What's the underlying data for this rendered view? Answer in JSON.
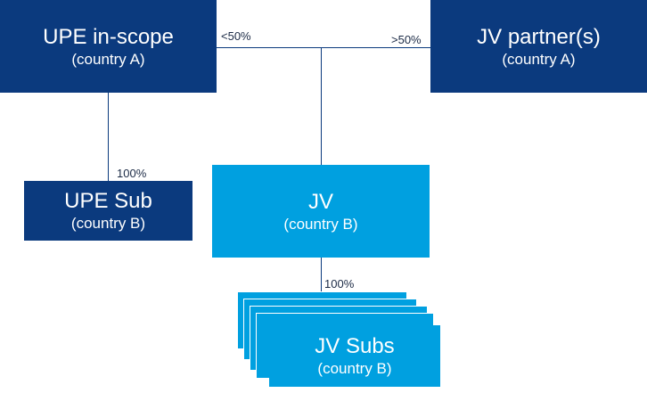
{
  "nodes": {
    "upe": {
      "title": "UPE in-scope",
      "sub": "(country A)"
    },
    "jv_partner": {
      "title": "JV partner(s)",
      "sub": "(country A)"
    },
    "upe_sub": {
      "title": "UPE Sub",
      "sub": "(country B)"
    },
    "jv": {
      "title": "JV",
      "sub": "(country B)"
    },
    "jv_subs": {
      "title": "JV Subs",
      "sub": "(country B)"
    }
  },
  "ownership": {
    "upe_to_jv": "<50%",
    "partner_to_jv": ">50%",
    "upe_to_upe_sub": "100%",
    "jv_to_jv_subs": "100%"
  },
  "colors": {
    "dark_blue": "#0b3a7e",
    "light_blue": "#00a0e0"
  }
}
